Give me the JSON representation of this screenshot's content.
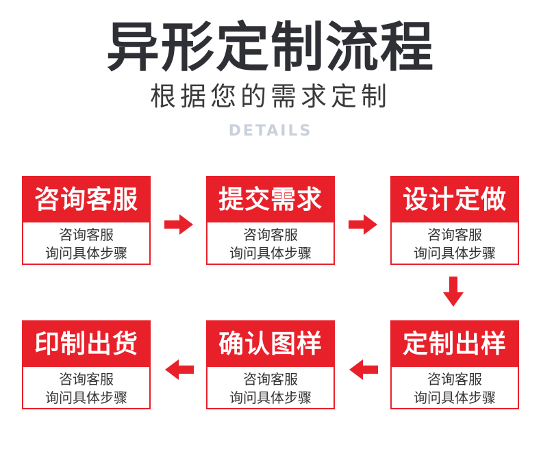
{
  "header": {
    "title": "异形定制流程",
    "subtitle": "根据您的需求定制",
    "english": "DETAILS"
  },
  "colors": {
    "accent": "#e8202a",
    "title": "#2f3036",
    "details": "#c9d0dc"
  },
  "steps": [
    {
      "title": "咨询客服",
      "line1": "咨询客服",
      "line2": "询问具体步骤"
    },
    {
      "title": "提交需求",
      "line1": "咨询客服",
      "line2": "询问具体步骤"
    },
    {
      "title": "设计定做",
      "line1": "咨询客服",
      "line2": "询问具体步骤"
    },
    {
      "title": "定制出样",
      "line1": "咨询客服",
      "line2": "询问具体步骤"
    },
    {
      "title": "确认图样",
      "line1": "咨询客服",
      "line2": "询问具体步骤"
    },
    {
      "title": "印制出货",
      "line1": "咨询客服",
      "line2": "询问具体步骤"
    }
  ]
}
